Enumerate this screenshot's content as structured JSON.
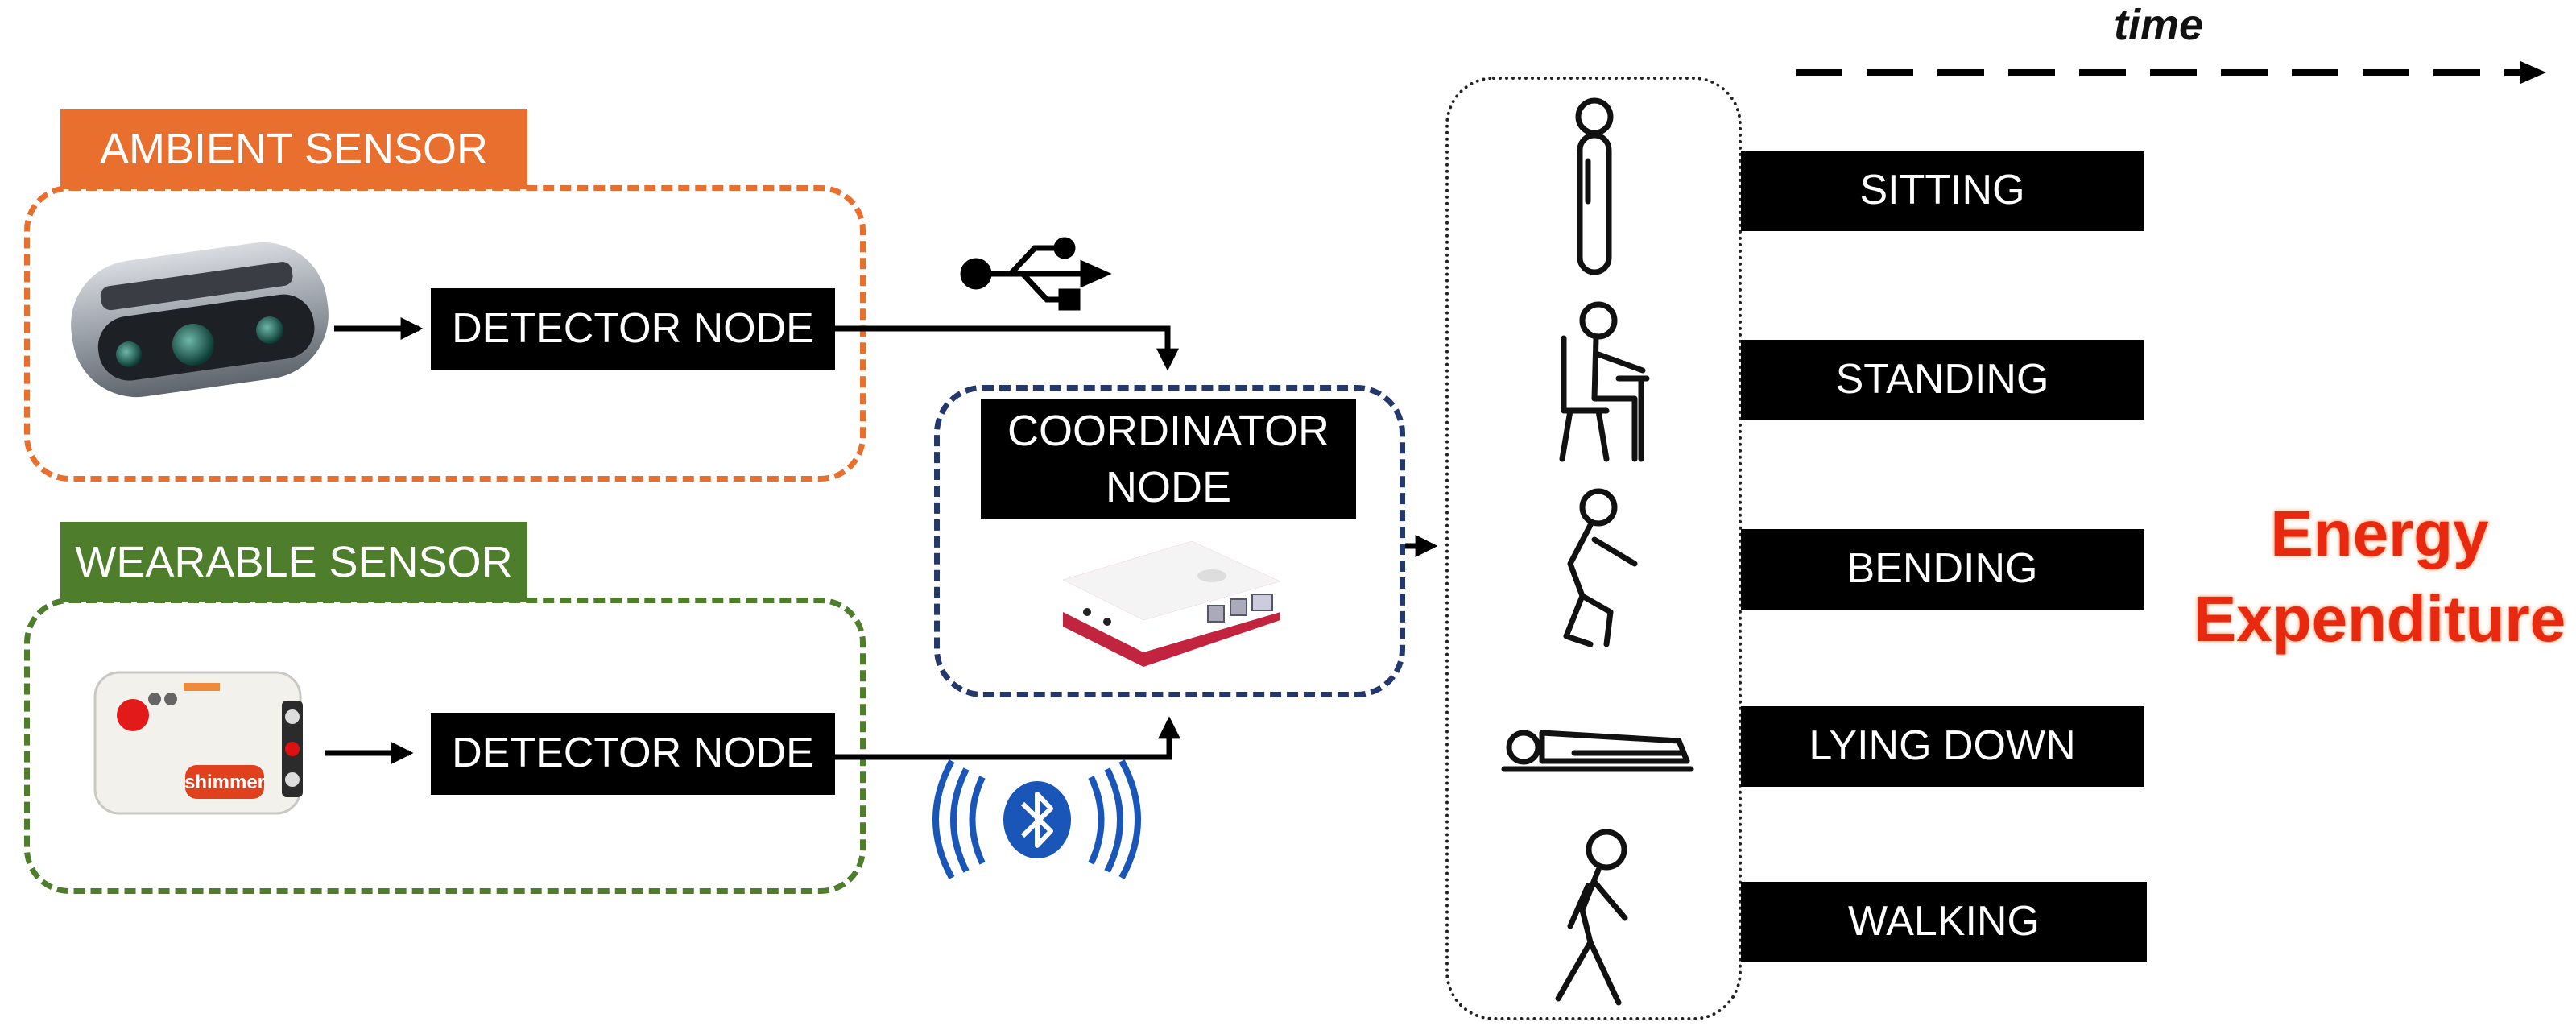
{
  "ambient": {
    "label": "AMBIENT SENSOR",
    "detector_label": "DETECTOR NODE"
  },
  "wearable": {
    "label": "WEARABLE SENSOR",
    "detector_label": "DETECTOR NODE",
    "device_brand": "shimmer"
  },
  "coordinator": {
    "line1": "COORDINATOR",
    "line2": "NODE"
  },
  "activities": [
    "SITTING",
    "STANDING",
    "BENDING",
    "LYING DOWN",
    "WALKING"
  ],
  "time_label": "time",
  "energy": {
    "line1": "Energy",
    "line2": "Expenditure"
  },
  "icons": {
    "usb": "usb-icon",
    "bluetooth": "bluetooth-icon",
    "camera": "depth-camera-icon",
    "wearable": "wearable-device-icon",
    "coordinator": "raspberry-pi-icon"
  },
  "colors": {
    "ambient": "#E86F2E",
    "wearable": "#4E7D2B",
    "coordinator": "#24386B",
    "energy": "#E8280F"
  }
}
